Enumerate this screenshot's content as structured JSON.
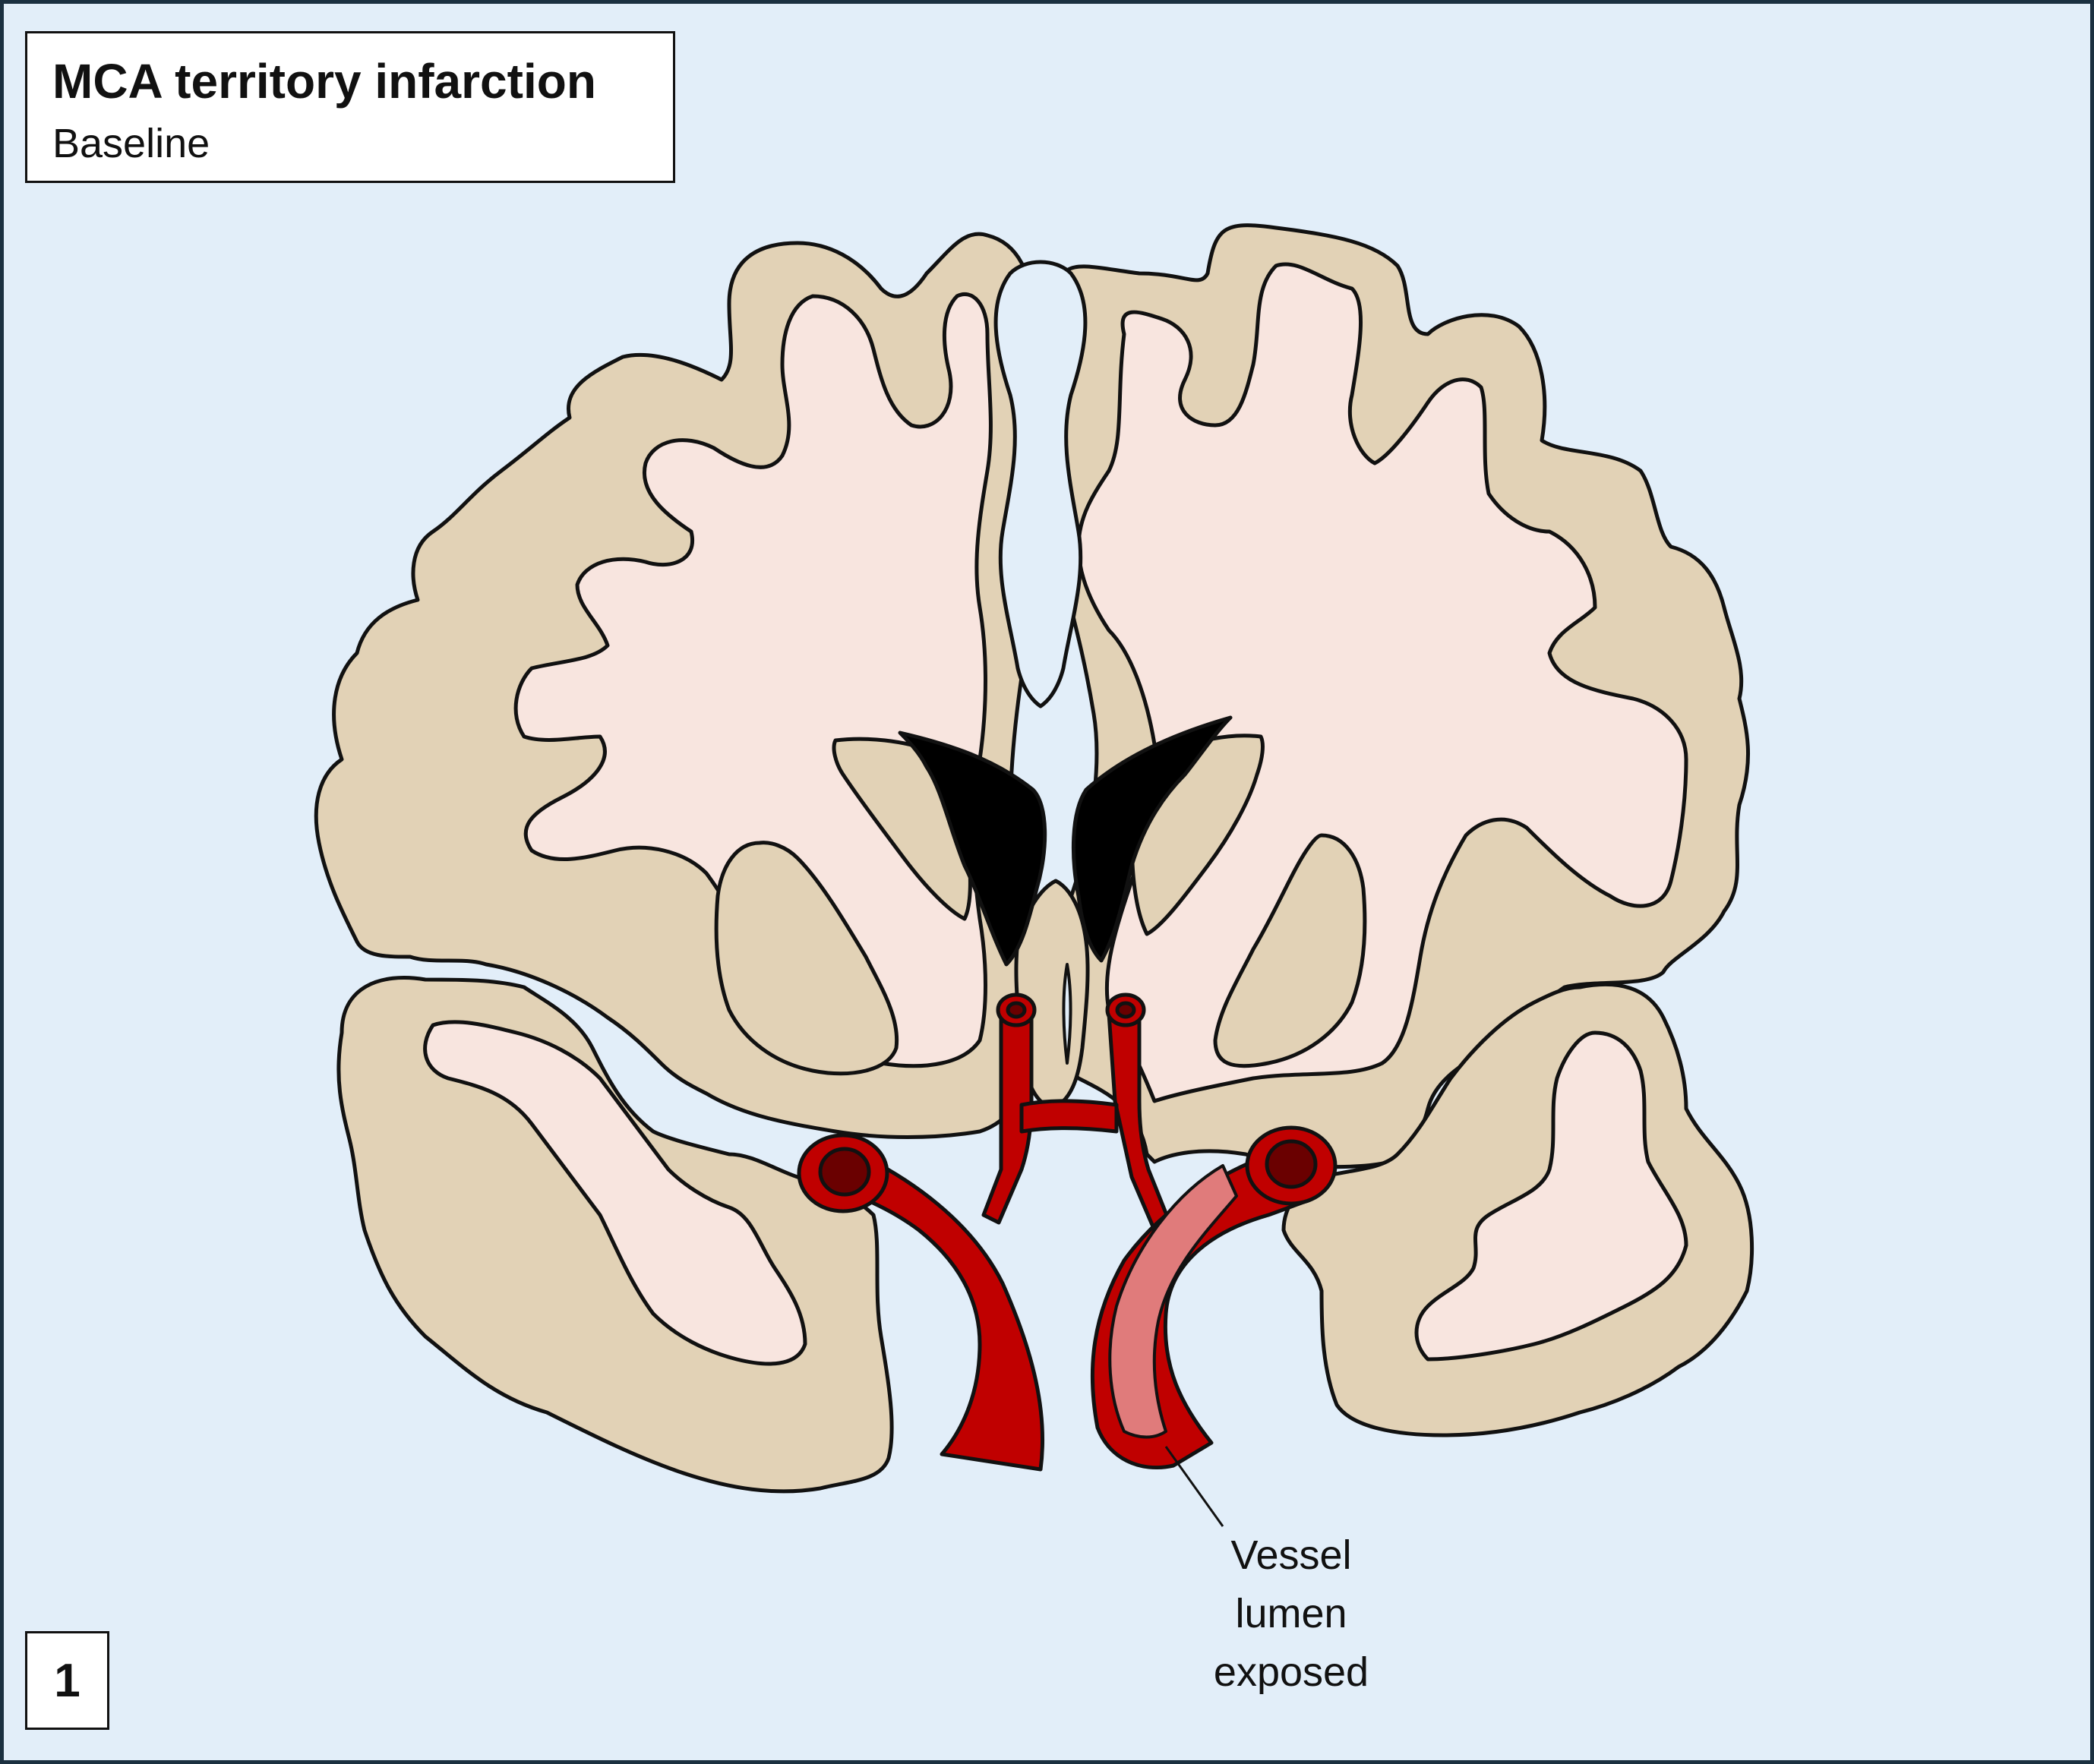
{
  "header": {
    "title": "MCA territory infarction",
    "subtitle": "Baseline"
  },
  "panel": {
    "number": "1"
  },
  "annotation": {
    "lines": [
      "Vessel",
      "lumen",
      "exposed"
    ]
  },
  "colors": {
    "background": "#e2eef9",
    "grey_matter": "#e2d2b6",
    "white_matter": "#f8e5df",
    "ventricle": "#000000",
    "artery": "#c00000",
    "artery_lumen": "#e07b7b",
    "vessel_end": "#6a0000"
  }
}
